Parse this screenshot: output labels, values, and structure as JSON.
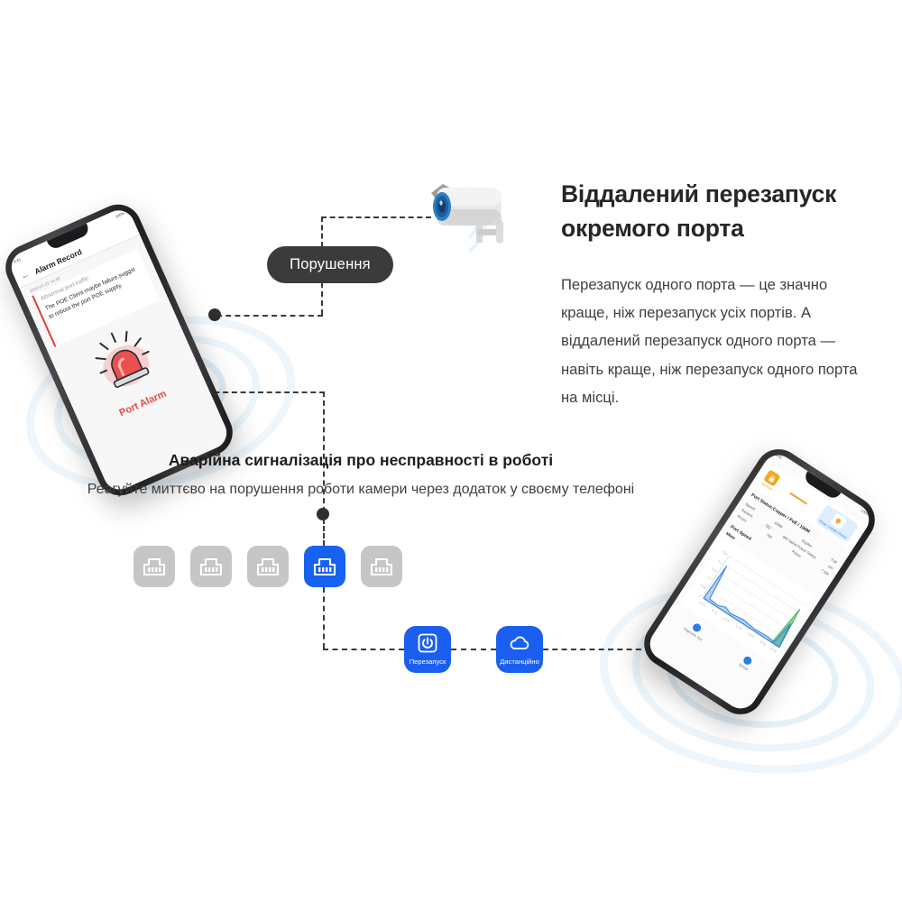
{
  "hero": {
    "title": "Віддалений перезапуск окремого порта",
    "body": "Перезапуск одного порта —  це значно краще, ніж перезапуск усіх портів. А віддалений перезапуск одного порта —  навіть краще, ніж перезапуск одного порта на місці."
  },
  "mid": {
    "headline": "Аварійна сигналізація про несправності в роботі",
    "subline": "Реагуйте миттєво на порушення роботи камери через додаток у своєму телефоні"
  },
  "badge": {
    "label": "Порушення"
  },
  "actions": [
    {
      "label": "Перезапуск",
      "icon": "power-icon"
    },
    {
      "label": "Дистанційно",
      "icon": "cloud-icon"
    }
  ],
  "ports": [
    {
      "label": "port-1",
      "active": false
    },
    {
      "label": "port-2",
      "active": false
    },
    {
      "label": "port-3",
      "active": false
    },
    {
      "label": "port-4",
      "active": true
    },
    {
      "label": "port-5",
      "active": false
    }
  ],
  "camera": {
    "name": "bullet-camera-icon"
  },
  "left_phone": {
    "status_left": "9:41",
    "status_right": "100%",
    "nav_title": "Alarm Record",
    "back_icon": "back-arrow-icon",
    "record_time": "2020-07-22 16:48",
    "record_title": "Abnormal port traffic",
    "record_body": "The POE Client maybe failure,suggst to reboot the port POE supply.",
    "alarm_label": "Port Alarm",
    "alarm_icon": "siren-icon"
  },
  "right_phone": {
    "status_left": "9:41",
    "status_right": "100%",
    "steps": [
      {
        "label": "Interface",
        "icon": "plug-icon"
      },
      {
        "label": "Power Connect Detect",
        "icon": "bulb-icon"
      }
    ],
    "status_header": "Port Status:Copper / PoE / 100M",
    "rows": [
      {
        "k": "Speed",
        "v": "100M"
      },
      {
        "k": "Duplex",
        "v": "Full"
      },
      {
        "k": "Packets",
        "v": "782"
      },
      {
        "k": "802.3af/at Power Status",
        "v": "On"
      },
      {
        "k": "Errors",
        "v": "782"
      },
      {
        "k": "Power",
        "v": "7.5W"
      }
    ],
    "chart_title": "Port Speed",
    "chart_unit": "Mbps",
    "legend": [
      {
        "label": "Upload",
        "color": "#3fae4b"
      },
      {
        "label": "Download",
        "color": "#2a7de1"
      }
    ],
    "buttons": [
      {
        "label": "Diagnostic Test"
      },
      {
        "label": "Restart"
      }
    ]
  },
  "chart_data": {
    "type": "line",
    "title": "Port Speed",
    "ylabel": "Mbps",
    "xlabel": "",
    "grid": true,
    "legend_position": "top-right",
    "x": [
      "13:53",
      "15:11",
      "15:22",
      "15:34",
      "15:46",
      "15:58",
      "16:09"
    ],
    "ylim": [
      0,
      0.25
    ],
    "yticks": [
      0,
      0.05,
      0.1,
      0.15,
      0.2,
      0.25
    ],
    "series": [
      {
        "name": "Upload",
        "color": "#3fae4b",
        "values": [
          0,
          0,
          0,
          0,
          0,
          0,
          0.22
        ]
      },
      {
        "name": "Download",
        "color": "#2a7de1",
        "values": [
          0.2,
          0.01,
          0.02,
          0.01,
          0.02,
          0.01,
          0.12
        ]
      }
    ]
  },
  "colors": {
    "accent_blue": "#1b5ff0",
    "port_blue": "#1762f0",
    "port_grey": "#c6c6c6",
    "badge_dark": "#3b3b3b",
    "alarm_red": "#ef4545",
    "ripple_blue": "#cbe6f8"
  }
}
